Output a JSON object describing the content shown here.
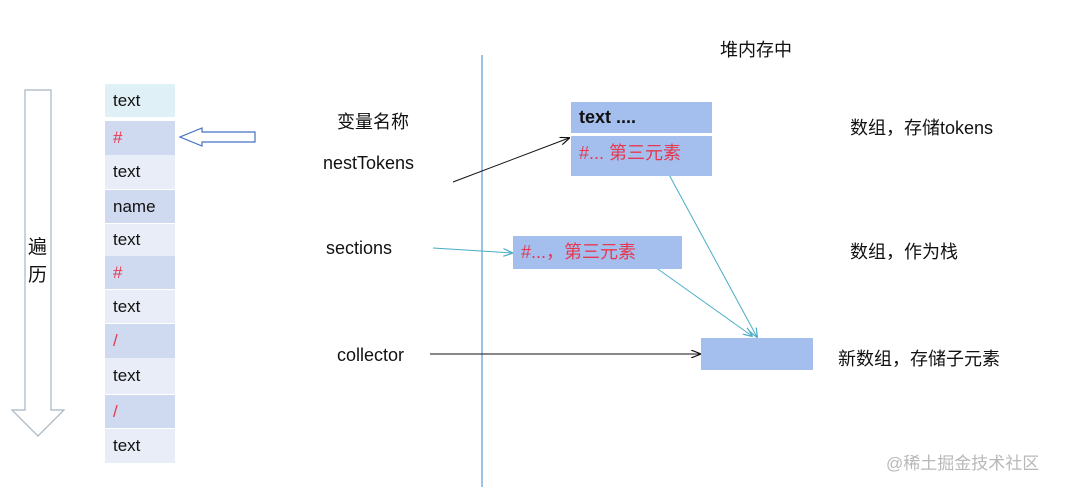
{
  "traverse_label": [
    "遍",
    "历"
  ],
  "tokens": [
    {
      "text": "text",
      "color": "#111111",
      "bg": "#dff0f7"
    },
    {
      "text": "#",
      "color": "#e8384f",
      "bg": "#cfd9ef"
    },
    {
      "text": "text",
      "color": "#111111",
      "bg": "#e8edf7"
    },
    {
      "text": "name",
      "color": "#111111",
      "bg": "#cfd9ef"
    },
    {
      "text": "text",
      "color": "#111111",
      "bg": "#e8edf7"
    },
    {
      "text": "#",
      "color": "#e8384f",
      "bg": "#cfd9ef"
    },
    {
      "text": "text",
      "color": "#111111",
      "bg": "#e8edf7"
    },
    {
      "text": "/",
      "color": "#e8384f",
      "bg": "#cfd9ef"
    },
    {
      "text": "text",
      "color": "#111111",
      "bg": "#e8edf7"
    },
    {
      "text": "/",
      "color": "#e8384f",
      "bg": "#cfd9ef"
    },
    {
      "text": "text",
      "color": "#111111",
      "bg": "#e8edf7"
    }
  ],
  "variables": {
    "header": "变量名称",
    "nest_tokens": "nestTokens",
    "sections": "sections",
    "collector": "collector"
  },
  "heap": {
    "header": "堆内存中",
    "box1_text": "text ....",
    "box1_second": "#... 第三元素",
    "box2_text": "#...，第三元素",
    "box3_text": ""
  },
  "descriptions": {
    "tokens": "数组，存储tokens",
    "stack": "数组，作为栈",
    "new_array": "新数组，存储子元素"
  },
  "watermark": "@稀土掘金技术社区",
  "colors": {
    "box_fill": "#a4bfee",
    "accent_red": "#e8384f",
    "line_blue": "#5b9bd5",
    "arrow_cyan": "#4bacc6",
    "divider": "#5b9bd5"
  }
}
